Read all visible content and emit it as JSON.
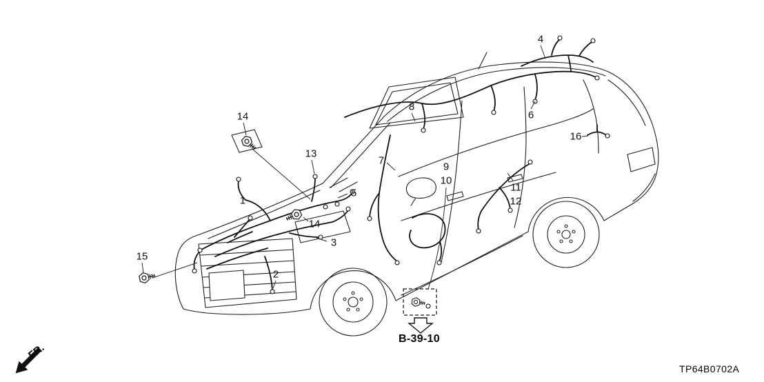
{
  "diagram": {
    "part_code": "TP64B0702A",
    "reference_code": "B-39-10",
    "direction_indicator": "FR.",
    "callouts": [
      {
        "label": "14"
      },
      {
        "label": "4"
      },
      {
        "label": "8"
      },
      {
        "label": "6"
      },
      {
        "label": "16"
      },
      {
        "label": "13"
      },
      {
        "label": "7"
      },
      {
        "label": "9"
      },
      {
        "label": "10"
      },
      {
        "label": "5"
      },
      {
        "label": "1"
      },
      {
        "label": "11"
      },
      {
        "label": "12"
      },
      {
        "label": "14"
      },
      {
        "label": "3"
      },
      {
        "label": "15"
      },
      {
        "label": "2"
      }
    ]
  }
}
